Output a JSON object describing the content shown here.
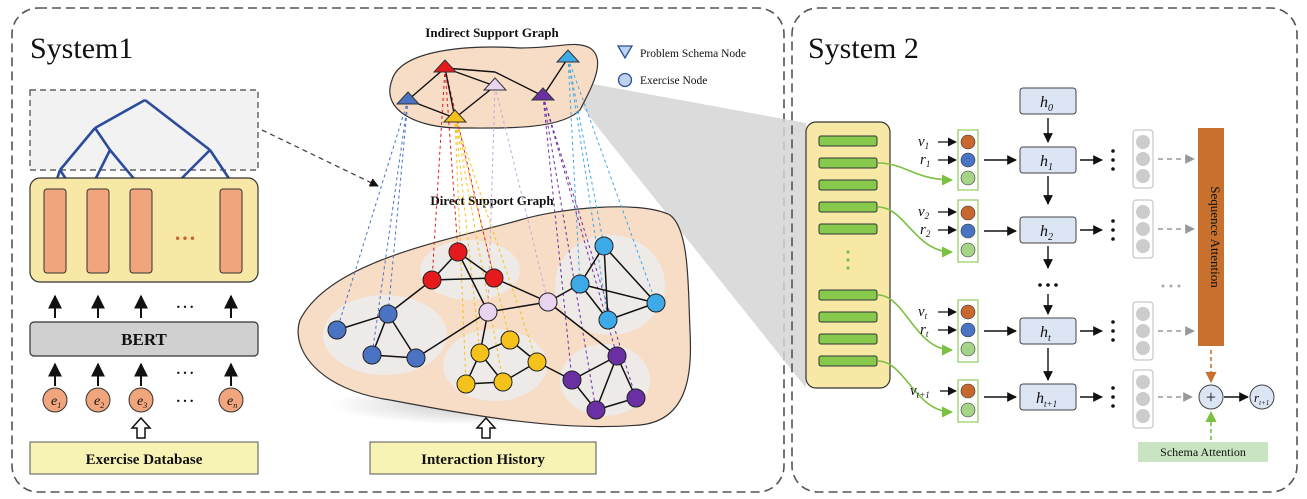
{
  "system1": {
    "title": "System1",
    "bert_label": "BERT",
    "database_label": "Exercise Database",
    "history_label": "Interaction History",
    "dots": "…",
    "exercise_tokens": [
      {
        "base": "e",
        "sub": "1"
      },
      {
        "base": "e",
        "sub": "2"
      },
      {
        "base": "e",
        "sub": "3"
      },
      {
        "base": "e",
        "sub": "n"
      }
    ]
  },
  "graphs": {
    "indirect_title": "Indirect Support Graph",
    "direct_title": "Direct Support Graph",
    "legend": {
      "problem_schema": "Problem Schema Node",
      "exercise": "Exercise Node"
    }
  },
  "system2": {
    "title": "System 2",
    "sequence_attention": "Sequence Attention",
    "schema_attention": "Schema Attention",
    "steps": [
      {
        "v": "v",
        "v_sub": "1",
        "r": "r",
        "r_sub": "1",
        "h": "h",
        "h_sub": "1"
      },
      {
        "v": "v",
        "v_sub": "2",
        "r": "r",
        "r_sub": "2",
        "h": "h",
        "h_sub": "2"
      },
      {
        "v": "v",
        "v_sub": "t",
        "r": "r",
        "r_sub": "t",
        "h": "h",
        "h_sub": "t"
      },
      {
        "v": "v",
        "v_sub": "t+1",
        "r": "",
        "r_sub": "",
        "h": "h",
        "h_sub": "t+1"
      }
    ],
    "h0": {
      "base": "h",
      "sub": "0"
    },
    "output": {
      "base": "r",
      "sub": "t+1"
    },
    "plus": "+"
  },
  "colors": {
    "orange_node": "#C8682E",
    "blue_node": "#4A73C4",
    "green_node": "#A6D58A",
    "green_bar": "#86C94C",
    "yellow_panel": "#F8E8A6",
    "peach_blob": "#F7DCC6",
    "seq_attention": "#C8712E",
    "schema_attention": "#C9E4C2",
    "hidden_box": "#DCE5F4",
    "red": "#E41A1C",
    "yellow": "#F5C21B",
    "sky": "#3DA9E6",
    "purple": "#6B2FA4",
    "lavender": "#E8D3F0",
    "bert_gray": "#D0D0D0"
  }
}
